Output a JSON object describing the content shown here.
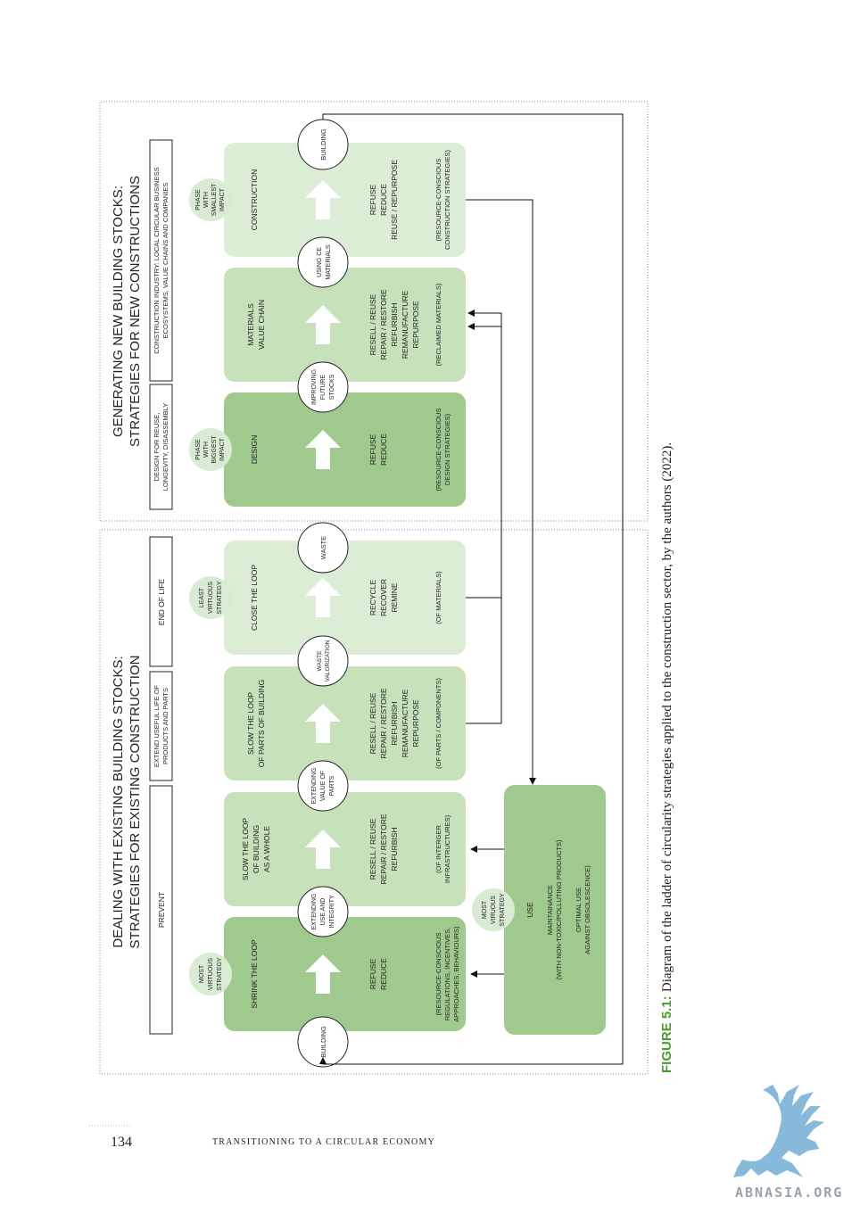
{
  "figure": {
    "existing_title": [
      "DEALING WITH EXISTING BUILDING STOCKS:",
      "STRATEGIES FOR EXISTING CONSTRUCTION"
    ],
    "new_title": [
      "GENERATING NEW BUILDING STOCKS:",
      "STRATEGIES FOR NEW CONSTRUCTIONS"
    ],
    "headers": {
      "prevent": [
        "PREVENT"
      ],
      "extend": [
        "EXTEND USEFUL LIFE OF",
        "PRODUCTS AND PARTS"
      ],
      "end_of_life": [
        "END OF LIFE"
      ],
      "design_for_reuse": [
        "DESIGN FOR REUSE,",
        "LONGEVITY, DISASSEMBLY"
      ],
      "construction_industry": [
        "CONSTRUCTION INDUSTRY: LOCAL CIRCULAR BUSINESS",
        "ECOSYSTEMS, VALUE CHAINS AND COMPANIES"
      ]
    },
    "badges": {
      "most_virtuous_1": [
        "MOST",
        "VIRTUOUS",
        "STRATEGY"
      ],
      "least_virtuous": [
        "LEAST",
        "VIRTUOUS",
        "STRATEGY"
      ],
      "biggest_impact": [
        "PHASE",
        "WITH",
        "BIGGEST",
        "IMPACT"
      ],
      "smallest_impact": [
        "PHASE",
        "WITH",
        "SMALLEST",
        "IMPACT"
      ],
      "most_virtuous_2": [
        "MOST",
        "VIRUOUS",
        "STRATEGY"
      ]
    },
    "nodes": {
      "building_start": [
        "BUILDING"
      ],
      "extending_use": [
        "EXTENDING",
        "USE AND",
        "INTEGRITY"
      ],
      "extending_value": [
        "EXTENDING",
        "VALUE OF",
        "PARTS"
      ],
      "waste_valorization": [
        "WASTE",
        "VALORIZATION"
      ],
      "waste": [
        "WASTE"
      ],
      "improving_stocks": [
        "IMPROVING",
        "FUTURE",
        "STOCKS"
      ],
      "using_ce": [
        "USING CE",
        "MATERIALS"
      ],
      "building_end": [
        "BUILDING"
      ]
    },
    "boxes": {
      "shrink": {
        "title": [
          "SHRINK THE LOOP"
        ],
        "actions": [
          "REFUSE",
          "REDUCE"
        ],
        "scope": [
          "(RESOURCE-CONSCIOUS",
          "REGULATIONS, INCENTIVES,",
          "APPROACHES, BEHAVIOURS)"
        ]
      },
      "slow_whole": {
        "title": [
          "SLOW THE LOOP",
          "OF BUILDING",
          "AS A WHOLE"
        ],
        "actions": [
          "RESELL / REUSE",
          "REPAIR / RESTORE",
          "REFURBISH"
        ],
        "scope": [
          "(OF INTERGER",
          "INFRASTRUCTURES)"
        ]
      },
      "slow_parts": {
        "title": [
          "SLOW THE LOOP",
          "OF PARTS OF BUILDING"
        ],
        "actions": [
          "RESELL / REUSE",
          "REPAIR / RESTORE",
          "REFURBISH",
          "REMANUFACTURE",
          "REPURPOSE"
        ],
        "scope": [
          "(OF PARTS / COMPONENTS)"
        ]
      },
      "close": {
        "title": [
          "CLOSE THE LOOP"
        ],
        "actions": [
          "RECYCLE",
          "RECOVER",
          "REMINE"
        ],
        "scope": [
          "(OF MATERIALS)"
        ]
      },
      "design": {
        "title": [
          "DESIGN"
        ],
        "actions": [
          "REFUSE",
          "REDUCE"
        ],
        "scope": [
          "(RESOURCE-CONSCIOUS",
          "DESIGN STRATEGIES)"
        ]
      },
      "materials": {
        "title": [
          "MATERIALS",
          "VALUE CHAIN"
        ],
        "actions": [
          "RESELL / REUSE",
          "REPAIR / RESTORE",
          "REFURBISH",
          "REMANUFACTURE",
          "REPURPOSE"
        ],
        "scope": [
          "(RECLAIMED MATERIALS)"
        ]
      },
      "construction": {
        "title": [
          "CONSTRUCTION"
        ],
        "actions": [
          "REFUSE",
          "REDUCE",
          "REUSE / REPURPOSE"
        ],
        "scope": [
          "(RESOURCE-CONSCIOUS",
          "CONSTRUCTION STRATEGIES)"
        ]
      },
      "use": {
        "title": [
          "USE"
        ],
        "actions": [
          "MAINTAINANCE",
          "(WITH NON-TOXIC/POLLUTING PRODUCTS)"
        ],
        "scope": [
          "OPTIMAL USE",
          "AGAINST OBSOLESCENCE)"
        ]
      }
    },
    "caption": {
      "number": "FIGURE 5.1:",
      "text": " Diagram of the ladder of circularity strategies applied to the construction sector, by the authors (2022)."
    }
  },
  "footer": {
    "page_number": "134",
    "running_title": "TRANSITIONING TO A CIRCULAR ECONOMY"
  },
  "watermark": {
    "text": "ABNASIA.ORG"
  },
  "colors": {
    "dark_green": "#9fc98d",
    "mid_green": "#c7e1bb",
    "light_green": "#dcedd5",
    "badge_green": "#d9ebd2",
    "arrow_white": "#ffffff",
    "caption_green": "#4a9d2d"
  }
}
